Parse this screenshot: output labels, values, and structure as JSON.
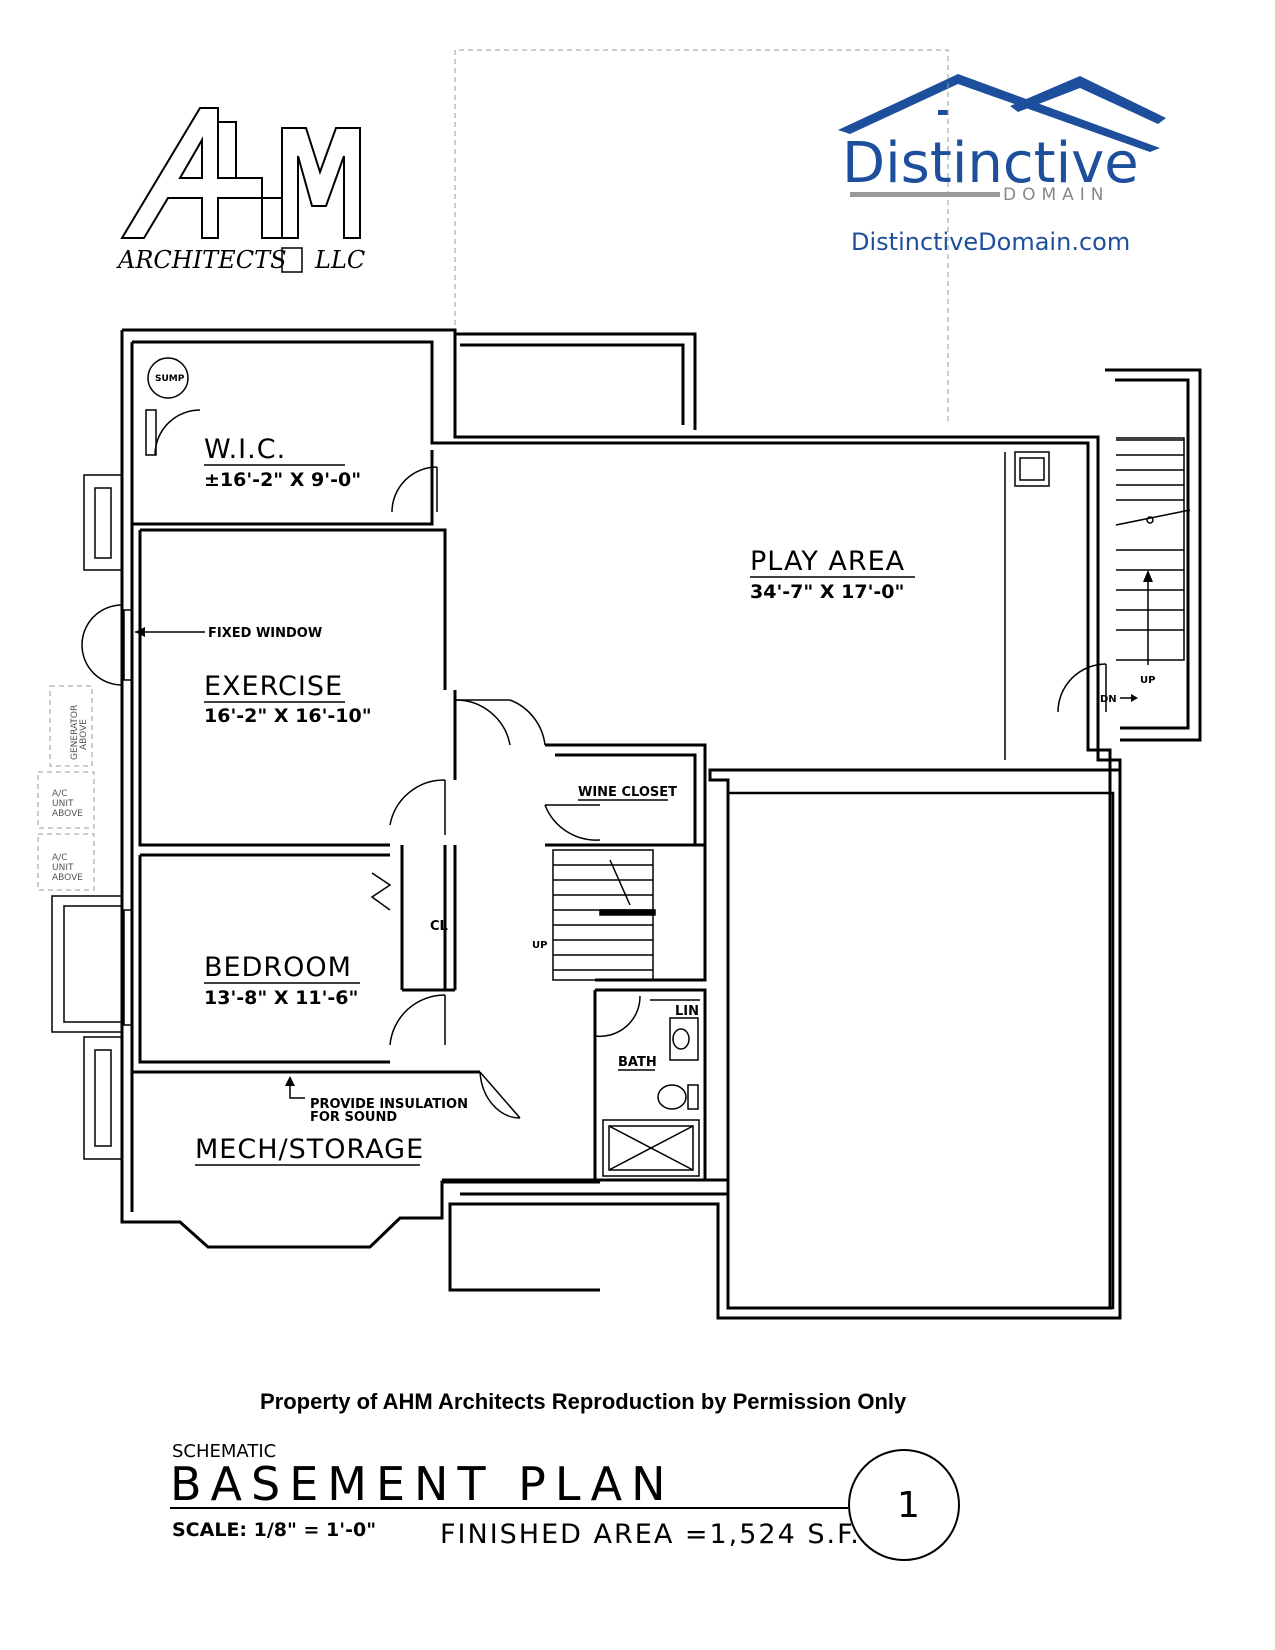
{
  "logo_ahm": {
    "letters": "AHM",
    "name_left": "ARCHITECTS",
    "name_right": "LLC"
  },
  "logo_distinctive": {
    "name": "Distinctive",
    "sub": "DOMAIN",
    "url": "DistinctiveDomain.com",
    "color": "#1d4f9c"
  },
  "rooms": {
    "wic": {
      "name": "W.I.C.",
      "dims": "±16'-2\" X 9'-0\""
    },
    "play": {
      "name": "PLAY AREA",
      "dims": "34'-7\" X 17'-0\""
    },
    "exercise": {
      "name": "EXERCISE",
      "dims": "16'-2\" X 16'-10\""
    },
    "bedroom": {
      "name": "BEDROOM",
      "dims": "13'-8\" X 11'-6\""
    },
    "mech": {
      "name": "MECH/STORAGE"
    },
    "wine": {
      "name": "WINE CLOSET"
    },
    "bath": {
      "name": "BATH"
    },
    "lin": {
      "name": "LIN"
    },
    "cl": {
      "name": "CL"
    }
  },
  "annotations": {
    "sump": "SUMP",
    "fixed_window": "FIXED WINDOW",
    "insulation_1": "PROVIDE INSULATION",
    "insulation_2": "FOR SOUND",
    "generator_1": "GENERATOR",
    "generator_2": "ABOVE",
    "ac1_1": "A/C",
    "ac1_2": "UNIT",
    "ac1_3": "ABOVE",
    "ac2_1": "A/C",
    "ac2_2": "UNIT",
    "ac2_3": "ABOVE",
    "up_main": "UP",
    "up_side": "UP",
    "dn_side": "DN"
  },
  "footer": {
    "property_notice": "Property of AHM Architects Reproduction by Permission Only",
    "schematic": "SCHEMATIC",
    "title": "BASEMENT PLAN",
    "scale": "SCALE: 1/8\" = 1'-0\"",
    "finished_area": "FINISHED AREA =1,524 S.F.",
    "sheet_number": "1"
  }
}
